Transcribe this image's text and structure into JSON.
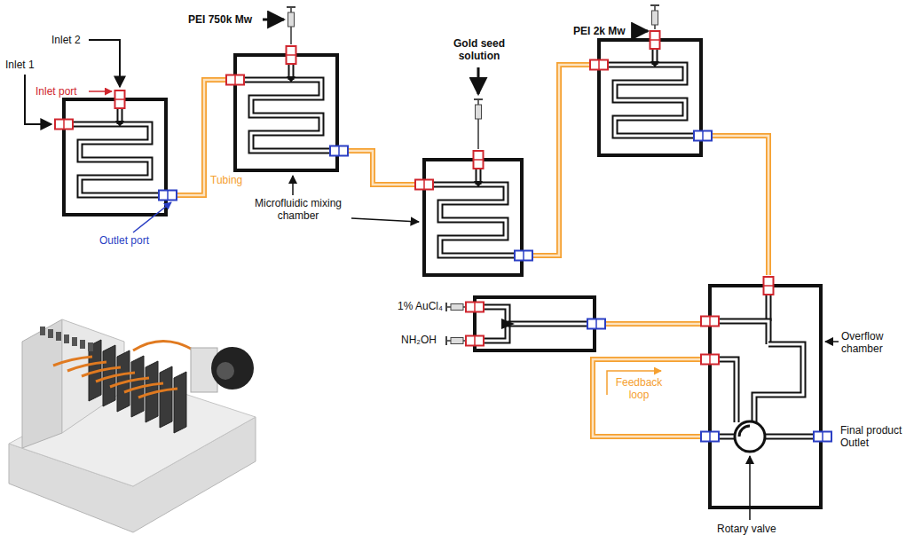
{
  "diagram": {
    "labels": [
      "Inlet 1",
      "Inlet 2",
      "Inlet port",
      "PEI 750k Mw",
      "Gold seed solution",
      "PEI 2k Mw",
      "Tubing",
      "Outlet port",
      "Microfluidic mixing chamber",
      "1% AuCl₄",
      "NH₂OH",
      "Feedback loop",
      "Overflow chamber",
      "Final product Outlet",
      "Rotary valve"
    ]
  }
}
